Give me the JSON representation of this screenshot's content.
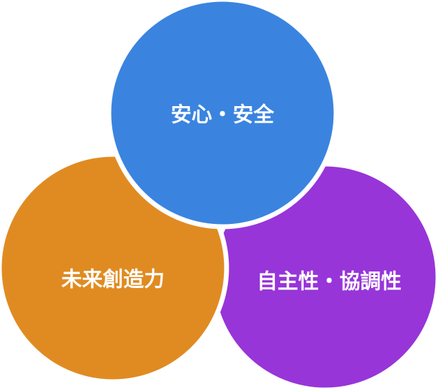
{
  "diagram": {
    "type": "overlapping-circles",
    "circles": {
      "safety": {
        "label": "安心・安全",
        "color": "#3A84E0"
      },
      "creativity": {
        "label": "未来創造力",
        "color": "#E08B22"
      },
      "autonomy": {
        "label": "自主性・協調性",
        "color": "#9735D9"
      }
    },
    "outline_color": "#ffffff"
  }
}
